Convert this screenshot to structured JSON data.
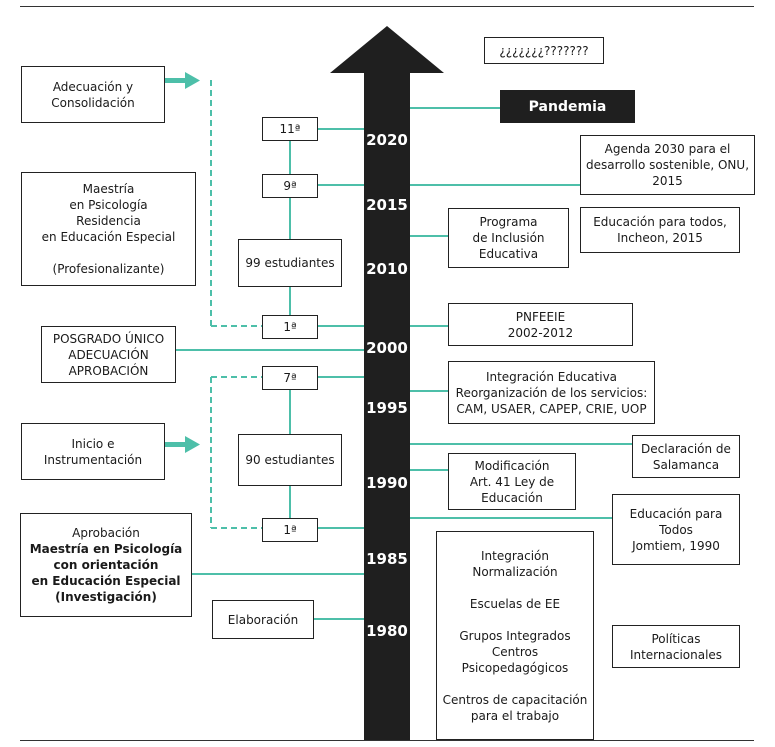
{
  "years": [
    "2020",
    "2015",
    "2010",
    "2000",
    "1995",
    "1990",
    "1985",
    "1980"
  ],
  "left": {
    "adecuacion": "Adecuación y\nConsolidación",
    "maestria_residencia": "Maestría\nen Psicología\nResidencia\nen Educación Especial\n\n(Profesionalizante)",
    "posgrado": "POSGRADO ÚNICO\nADECUACIÓN\nAPROBACIÓN",
    "inicio": "Inicio e\nInstrumentación",
    "aprobacion_title": "Aprobación",
    "aprobacion_bold": "Maestría en Psicología\ncon orientación\nen Educación Especial\n(Investigación)",
    "elaboracion": "Elaboración"
  },
  "center": {
    "gen_11": "11ª",
    "gen_9": "9ª",
    "students_99": "99 estudiantes",
    "gen_1_top": "1ª",
    "gen_7": "7ª",
    "students_90": "90 estudiantes",
    "gen_1_bottom": "1ª"
  },
  "right": {
    "question": "¿¿¿¿¿¿¿???????",
    "pandemia": "Pandemia",
    "agenda2030": "Agenda 2030 para el\ndesarrollo sostenible, ONU,\n2015",
    "programa": "Programa\nde Inclusión\nEducativa",
    "incheon": "Educación para todos,\nIncheon, 2015",
    "pnfeeie": "PNFEEIE\n2002-2012",
    "integracion": "Integración Educativa\nReorganización de los servicios:\nCAM, USAER, CAPEP, CRIE, UOP",
    "salamanca": "Declaración de\nSalamanca",
    "modificacion": "Modificación\nArt. 41 Ley de\nEducación",
    "jomtiem": "Educación para\nTodos\nJomtiem, 1990",
    "historico": "Integración\nNormalización\n\nEscuelas de EE\n\nGrupos Integrados\nCentros\nPsicopedagógicos\n\nCentros de capacitación\npara el trabajo",
    "politicas": "Políticas\nInternacionales"
  },
  "colors": {
    "connector": "#4dbfa9",
    "arrow": "#1f1f1f"
  }
}
